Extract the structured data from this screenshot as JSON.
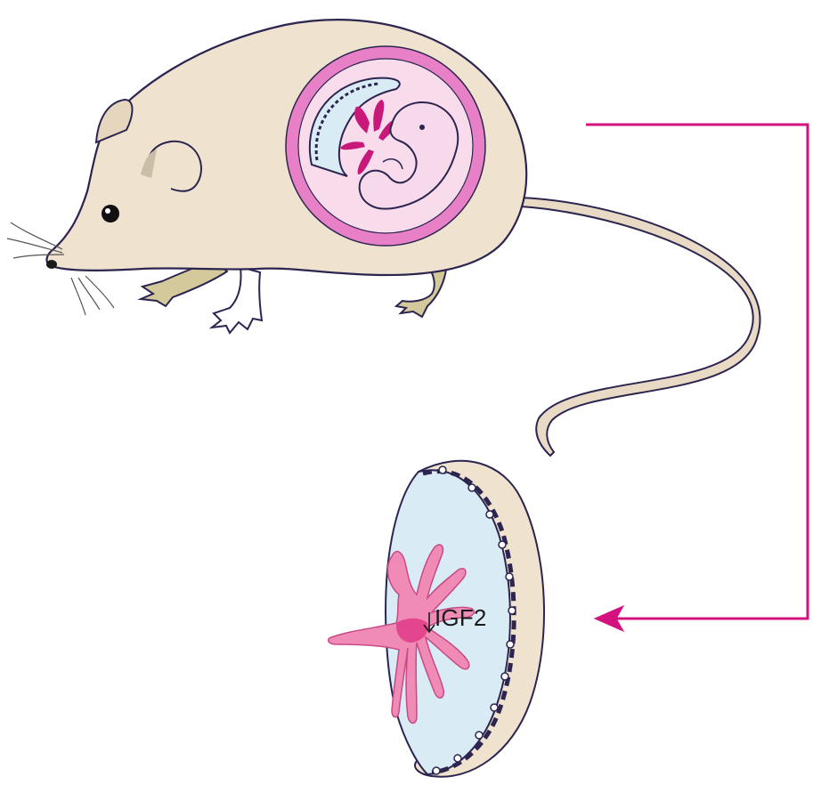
{
  "labels": {
    "gene": "IGF2"
  },
  "colors": {
    "arrow": "#d3117f",
    "mouse_fur": "#efe3cf",
    "outline": "#2b2550",
    "uterus_ring": "#e880c7",
    "placenta_fill": "#d9ecf6",
    "villi": "#f08bb5",
    "embryo": "#f7d9ec"
  },
  "icons": [
    "mouse",
    "embryo-in-uterus",
    "placenta",
    "arrow"
  ]
}
